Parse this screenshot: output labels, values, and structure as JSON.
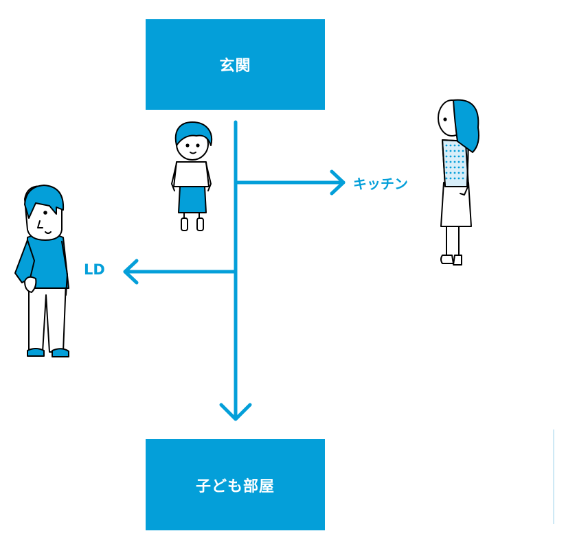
{
  "rooms": {
    "entrance": "玄関",
    "kids_room": "子ども部屋",
    "kitchen": "キッチン",
    "living_dining": "LD"
  },
  "colors": {
    "accent": "#049fd9",
    "outline": "#000000",
    "background": "#ffffff"
  }
}
